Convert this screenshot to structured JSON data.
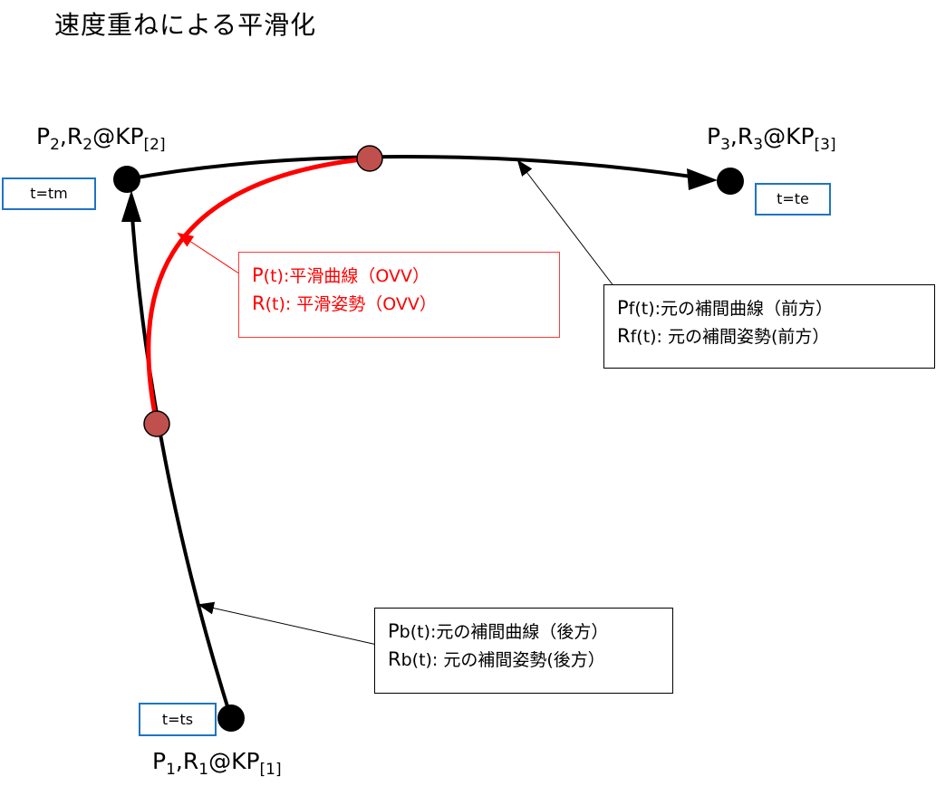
{
  "title": "速度重ねによる平滑化",
  "points": {
    "p1": {
      "base": "P",
      "s1": "1",
      "mid": ",R",
      "s2": "1",
      "at": "@KP",
      "s3": "[1]"
    },
    "p2": {
      "base": "P",
      "s1": "2",
      "mid": ",R",
      "s2": "2",
      "at": "@KP",
      "s3": "[2]"
    },
    "p3": {
      "base": "P",
      "s1": "3",
      "mid": ",R",
      "s2": "3",
      "at": "@KP",
      "s3": "[3]"
    }
  },
  "time_labels": {
    "start": "t=ts",
    "mid": "t=tm",
    "end": "t=te"
  },
  "notes": {
    "smooth": {
      "line1_lead": "P",
      "line1_rest": "(t):平滑曲線（OVV）",
      "line2_lead": "R",
      "line2_rest": "(t): 平滑姿勢（OVV）"
    },
    "forward": {
      "line1_lead": "P",
      "line1_rest": "f(t):元の補間曲線（前方）",
      "line2_lead": "R",
      "line2_rest": "f(t): 元の補間姿勢(前方）"
    },
    "backward": {
      "line1_lead": "P",
      "line1_rest": "b(t):元の補間曲線（後方）",
      "line2_lead": "R",
      "line2_rest": "b(t): 元の補間姿勢(後方）"
    }
  },
  "colors": {
    "curve": "#000000",
    "smooth": "#ff0000",
    "marker": "#c0504d",
    "time_box": "#1f74c4"
  }
}
